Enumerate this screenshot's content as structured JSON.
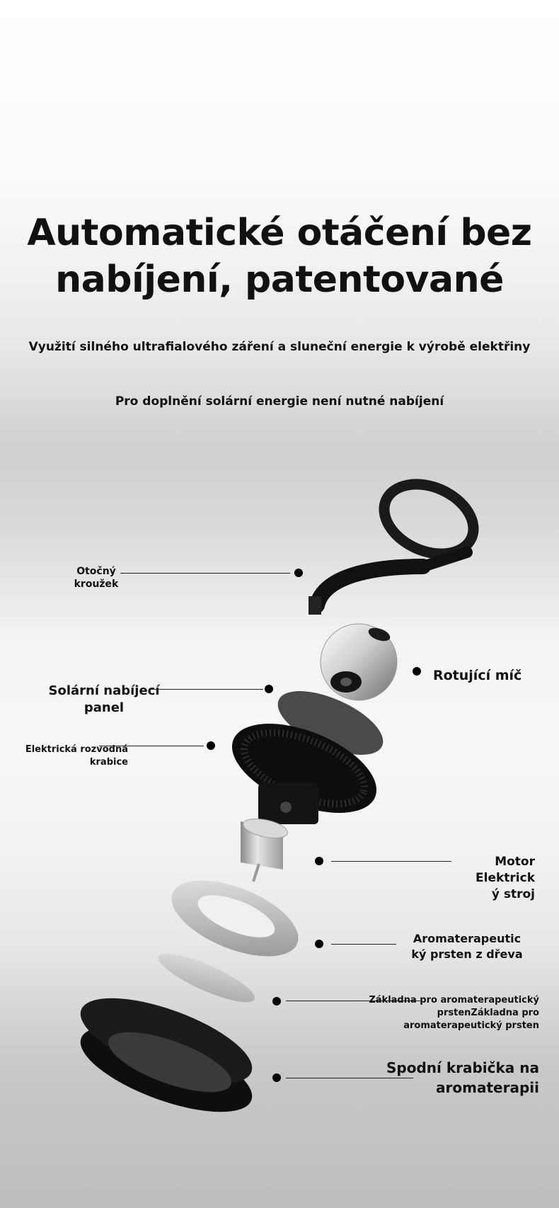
{
  "header": {
    "title_line1": "Automatické otáčení bez",
    "title_line2": "nabíjení, patentované",
    "subtitle1": "Využití silného ultrafialového záření a sluneční energie k výrobě elektřiny",
    "subtitle2": "Pro doplnění solární energie není nutné nabíjení"
  },
  "callouts": {
    "rotating_ring": "Otočný\nkroužek",
    "rotating_ball": "Rotující míč",
    "solar_panel": "Solární nabíjecí\npanel",
    "junction_box": "Elektrická rozvodná\nkrabice",
    "motor": "Motor\nElektrick\ný stroj",
    "aroma_ring": "Aromaterapeutic\nký prsten z dřeva",
    "aroma_base": "Základna pro aromaterapeutický\nprstenZákladna pro\naromaterapeutický prsten",
    "bottom_box": "Spodní krabička na\naromaterapii"
  }
}
